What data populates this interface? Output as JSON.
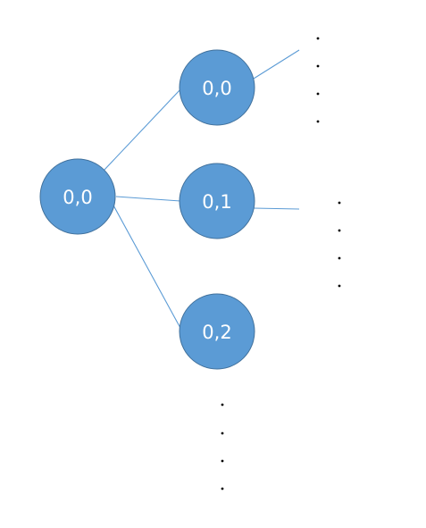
{
  "diagram": {
    "nodes": [
      {
        "id": "root",
        "label": "0,0"
      },
      {
        "id": "child-0",
        "label": "0,0"
      },
      {
        "id": "child-1",
        "label": "0,1"
      },
      {
        "id": "child-2",
        "label": "0,2"
      }
    ],
    "edges": [
      {
        "from": "root",
        "to": "child-0"
      },
      {
        "from": "root",
        "to": "child-1"
      },
      {
        "from": "root",
        "to": "child-2"
      },
      {
        "from": "child-0",
        "to": "continuation"
      },
      {
        "from": "child-1",
        "to": "continuation"
      }
    ],
    "ellipsis": "⋮",
    "colors": {
      "node_fill": "#5b9bd5",
      "node_border": "#41719c",
      "edge": "#5b9bd5",
      "label": "#ffffff",
      "dots": "#000000"
    }
  }
}
